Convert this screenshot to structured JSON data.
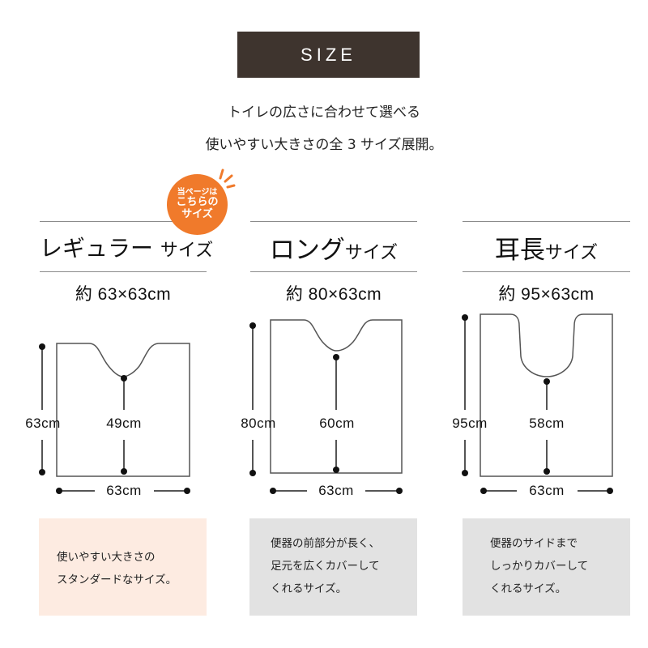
{
  "header": {
    "title": "SIZE",
    "subtitle_line1": "トイレの広さに合わせて選べる",
    "subtitle_line2": "使いやすい大きさの全 3 サイズ展開。"
  },
  "badge": {
    "line1": "当ページは",
    "line2": "こちらの",
    "line3": "サイズ"
  },
  "colors": {
    "title_bg": "#3e342e",
    "badge": "#f07a2b",
    "regular_panel": "#fdebe1",
    "other_panel": "#e2e2e2",
    "line": "#555555"
  },
  "sizes": [
    {
      "name_main": "レギュラー",
      "name_suffix": "サイズ",
      "dimensions": "約 63×63cm",
      "length_label": "63cm",
      "inner_label": "49cm",
      "width_label": "63cm",
      "desc_lines": [
        "使いやすい大きさの",
        "スタンダードなサイズ。"
      ]
    },
    {
      "name_main": "ロング",
      "name_suffix": "サイズ",
      "dimensions": "約 80×63cm",
      "length_label": "80cm",
      "inner_label": "60cm",
      "width_label": "63cm",
      "desc_lines": [
        "便器の前部分が長く、",
        "足元を広くカバーして",
        "くれるサイズ。"
      ]
    },
    {
      "name_main": "耳長",
      "name_suffix": "サイズ",
      "dimensions": "約 95×63cm",
      "length_label": "95cm",
      "inner_label": "58cm",
      "width_label": "63cm",
      "desc_lines": [
        "便器のサイドまで",
        "しっかりカバーして",
        "くれるサイズ。"
      ]
    }
  ]
}
